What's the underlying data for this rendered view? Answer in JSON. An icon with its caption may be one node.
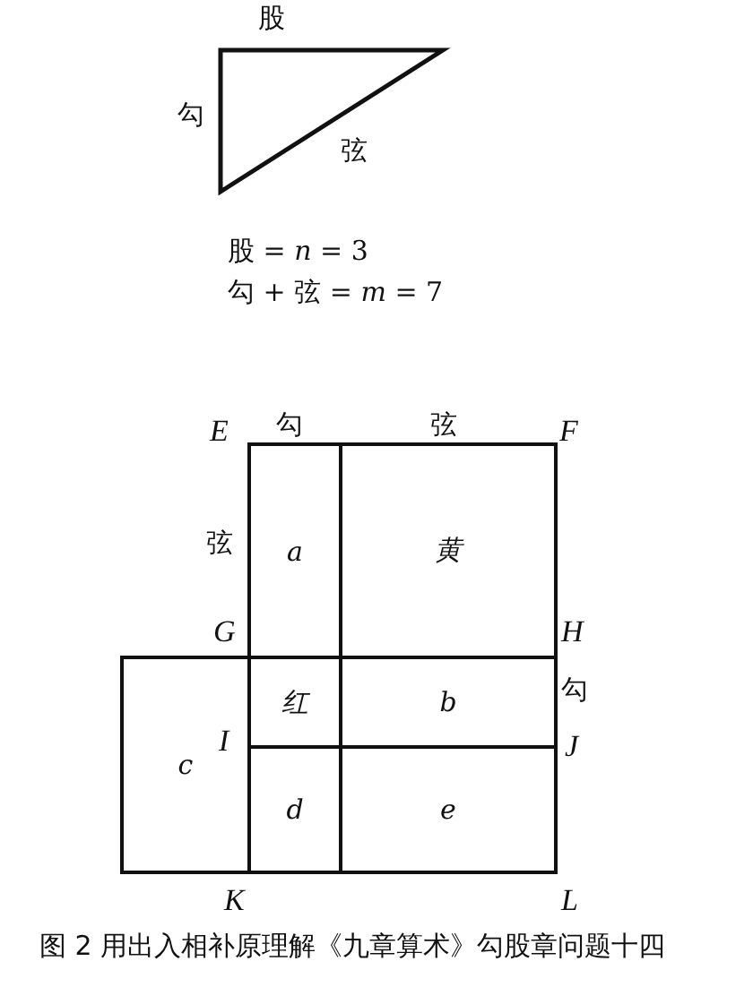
{
  "diagram": {
    "caption": "图 2 用出入相补原理解《九章算术》勾股章问题十四",
    "nodes": [
      {
        "text": [
          "a"
        ]
      },
      {
        "text": [
          "黄"
        ]
      },
      {
        "text": [
          "c"
        ]
      },
      {
        "text": [
          "红"
        ]
      },
      {
        "text": [
          "b"
        ]
      },
      {
        "text": [
          "d"
        ]
      },
      {
        "text": [
          "e"
        ]
      }
    ],
    "edges": [],
    "labels": [
      "股",
      "勾",
      "弦",
      "股 = *n* = 3",
      "勾 + 弦 = *m* = 7",
      "E",
      "勾",
      "弦",
      "F",
      "弦",
      "G",
      "H",
      "勾",
      "I",
      "J",
      "K",
      "L"
    ]
  }
}
